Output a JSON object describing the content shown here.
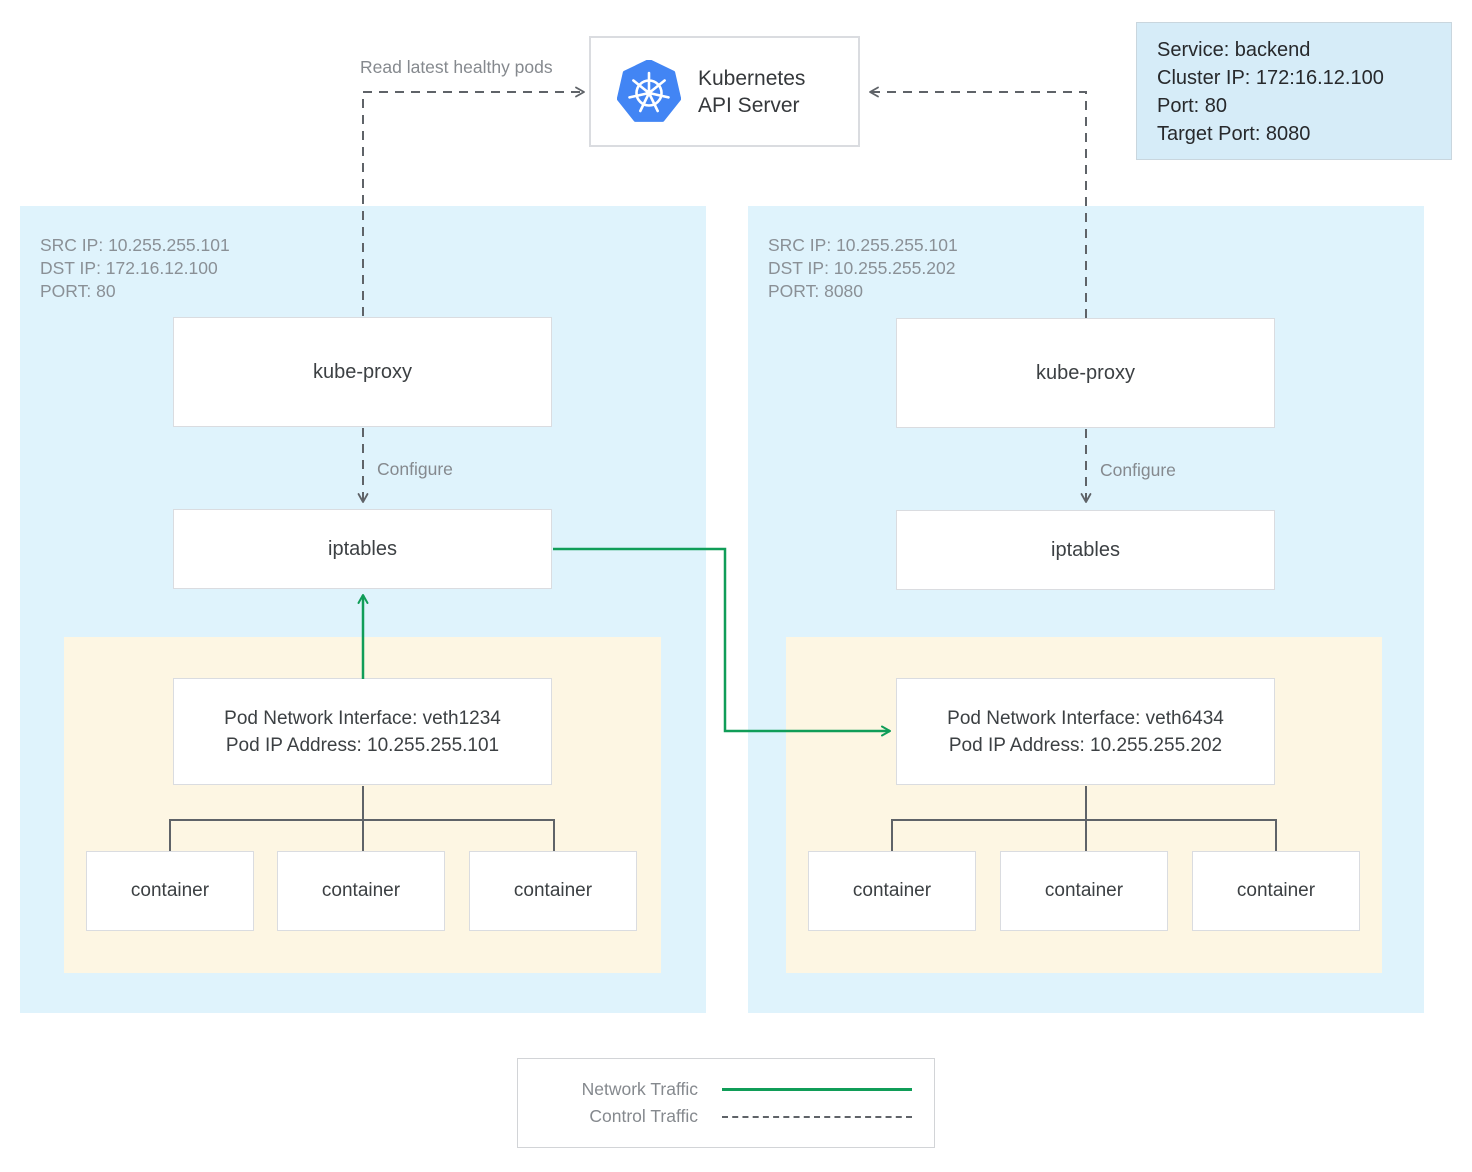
{
  "api_server": {
    "line1": "Kubernetes",
    "line2": "API Server",
    "icon": "kubernetes-logo-icon"
  },
  "service_info": {
    "lines": [
      "Service: backend",
      "Cluster IP: 172:16.12.100",
      "Port: 80",
      "Target Port: 8080"
    ]
  },
  "annotations": {
    "read_latest": "Read latest healthy pods"
  },
  "nodes": [
    {
      "traffic_meta": [
        "SRC IP: 10.255.255.101",
        "DST IP: 172.16.12.100",
        "PORT: 80"
      ],
      "kube_proxy_label": "kube-proxy",
      "configure_label": "Configure",
      "iptables_label": "iptables",
      "pod": {
        "interface_line1": "Pod Network Interface: veth1234",
        "interface_line2": "Pod IP Address: 10.255.255.101",
        "containers": [
          "container",
          "container",
          "container"
        ]
      }
    },
    {
      "traffic_meta": [
        "SRC IP: 10.255.255.101",
        "DST IP: 10.255.255.202",
        "PORT: 8080"
      ],
      "kube_proxy_label": "kube-proxy",
      "configure_label": "Configure",
      "iptables_label": "iptables",
      "pod": {
        "interface_line1": "Pod Network Interface: veth6434",
        "interface_line2": "Pod IP Address: 10.255.255.202",
        "containers": [
          "container",
          "container",
          "container"
        ]
      }
    }
  ],
  "legend": {
    "network_label": "Network Traffic",
    "control_label": "Control Traffic"
  },
  "colors": {
    "panel_blue": "#dff3fc",
    "service_blue": "#d6ecf8",
    "pod_yellow": "#fdf6e3",
    "green": "#109d58",
    "dash_gray": "#5f6368",
    "border_gray": "#dadce0",
    "k8s_blue": "#4285f4"
  }
}
